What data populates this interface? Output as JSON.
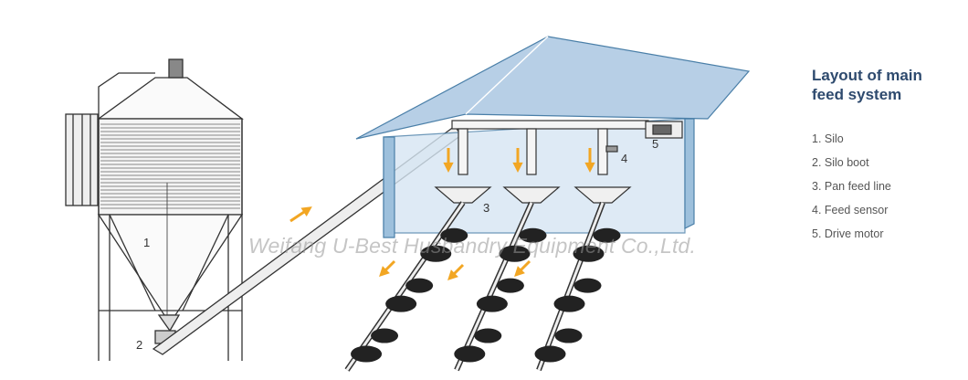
{
  "legend": {
    "title_line1": "Layout of main",
    "title_line2": "feed system",
    "items": [
      "1. Silo",
      "2. Silo boot",
      "3. Pan feed line",
      "4. Feed sensor",
      "5. Drive motor"
    ]
  },
  "callouts": {
    "silo": "1",
    "silo_boot": "2",
    "pan_feed_line": "3",
    "feed_sensor": "4",
    "drive_motor": "5"
  },
  "watermark": "Weifang U-Best Husbandry Equipment Co.,Ltd.",
  "colors": {
    "roof": "#b7cfe6",
    "wall": "#d6e6f3",
    "arrow": "#f2a623",
    "title": "#2e4a6e"
  }
}
